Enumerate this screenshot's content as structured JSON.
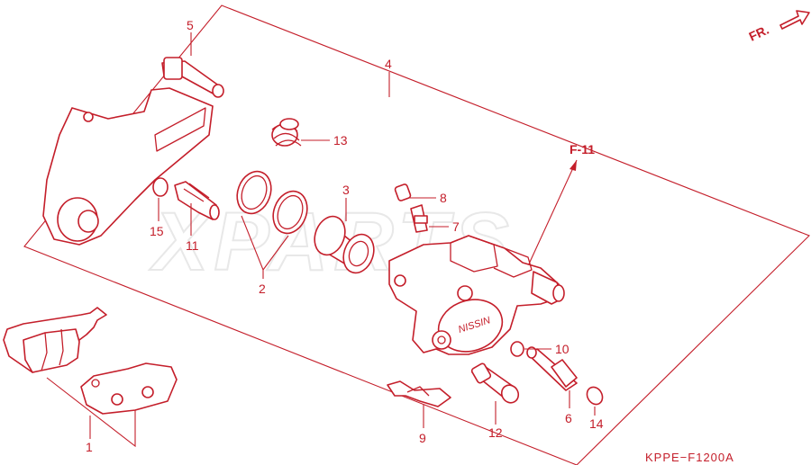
{
  "watermark": "XPARTS",
  "direction_label": "FR.",
  "reference_label": "F-11",
  "diagram_code": "KPPE−F1200A",
  "callouts": {
    "c1": "1",
    "c2": "2",
    "c3": "3",
    "c4": "4",
    "c5": "5",
    "c6": "6",
    "c7": "7",
    "c8": "8",
    "c9": "9",
    "c10": "10",
    "c11": "11",
    "c12": "12",
    "c13": "13",
    "c14": "14",
    "c15": "15"
  },
  "caliper_brand": "NISSIN",
  "colors": {
    "line": "#c41e2a",
    "watermark": "#e8e8e8",
    "background": "#ffffff"
  },
  "icons": [
    "direction-arrow-icon"
  ]
}
